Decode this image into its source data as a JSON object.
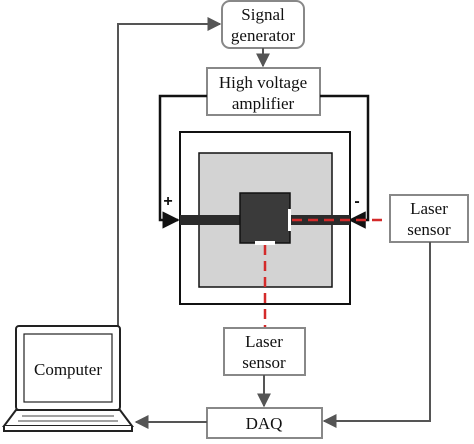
{
  "diagram": {
    "signal_generator": [
      "Signal",
      "generator"
    ],
    "amplifier": [
      "High voltage",
      "amplifier"
    ],
    "laser_sensor_right": [
      "Laser",
      "sensor"
    ],
    "laser_sensor_bottom": [
      "Laser",
      "sensor"
    ],
    "computer": "Computer",
    "daq": "DAQ",
    "plus_sign": "+",
    "minus_sign": "-"
  },
  "colors": {
    "line": "#111111",
    "laser": "#d42a2a",
    "arrow_gray": "#555555",
    "inner_panel": "#d3d3d3",
    "device": "#3a3a3a"
  }
}
